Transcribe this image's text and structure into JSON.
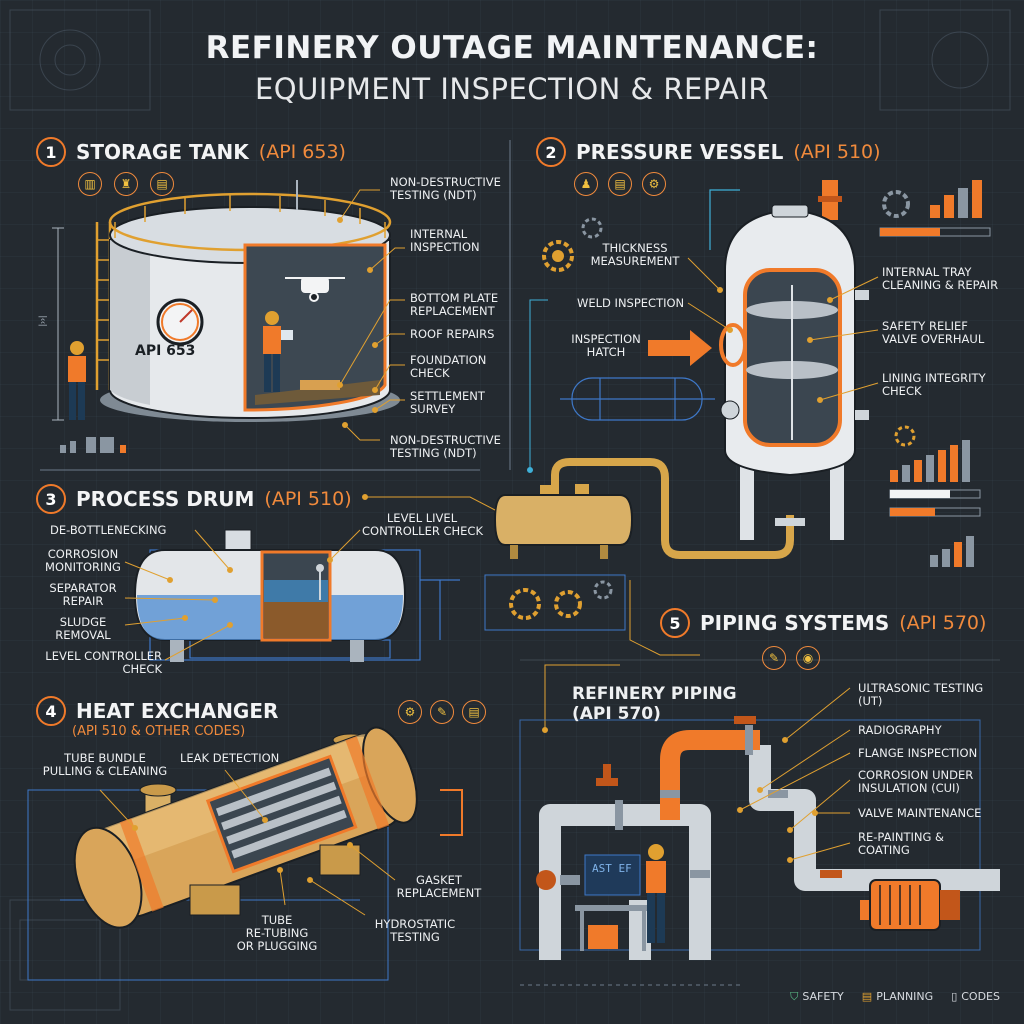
{
  "header": {
    "title_line1": "REFINERY OUTAGE MAINTENANCE:",
    "title_line2": "EQUIPMENT INSPECTION & REPAIR"
  },
  "sections": {
    "storage_tank": {
      "number": "1",
      "title": "STORAGE TANK",
      "api": "(API 653)",
      "tank_label": "API 653",
      "labels": [
        "NON-DESTRUCTIVE\nTESTING (NDT)",
        "INTERNAL\nINSPECTION",
        "BOTTOM PLATE\nREPLACEMENT",
        "ROOF REPAIRS",
        "FOUNDATION\nCHECK",
        "SETTLEMENT\nSURVEY",
        "NON-DESTRUCTIVE\nTESTING (NDT)"
      ]
    },
    "pressure_vessel": {
      "number": "2",
      "title": "PRESSURE VESSEL",
      "api": "(API 510)",
      "left_labels": [
        "THICKNESS\nMEASUREMENT",
        "WELD INSPECTION",
        "INSPECTION\nHATCH"
      ],
      "right_labels": [
        "INTERNAL TRAY\nCLEANING & REPAIR",
        "SAFETY RELIEF\nVALVE OVERHAUL",
        "LINING INTEGRITY\nCHECK"
      ]
    },
    "process_drum": {
      "number": "3",
      "title": "PROCESS DRUM",
      "api": "(API 510)",
      "left_labels": [
        "DE-BOTTLENECKING",
        "CORROSION\nMONITORING",
        "SEPARATOR\nREPAIR",
        "SLUDGE\nREMOVAL",
        "LEVEL CONTROLLER\nCHECK"
      ],
      "right_label": "LEVEL LIVEL\nCONTROLLER CHECK"
    },
    "heat_exchanger": {
      "number": "4",
      "title": "HEAT EXCHANGER",
      "api": "(API 510 & OTHER CODES)",
      "labels": [
        "TUBE BUNDLE\nPULLING & CLEANING",
        "LEAK DETECTION",
        "GASKET\nREPLACEMENT",
        "TUBE\nRE-TUBING\nOR PLUGGING",
        "HYDROSTATIC\nTESTING"
      ]
    },
    "piping": {
      "number": "5",
      "title": "PIPING SYSTEMS",
      "api": "(API 570)",
      "sub_title": "REFINERY PIPING\n(API 570)",
      "screen_text": "AST EF",
      "labels": [
        "ULTRASONIC TESTING\n(UT)",
        "RADIOGRAPHY",
        "FLANGE INSPECTION",
        "CORROSION UNDER\nINSULATION (CUI)",
        "VALVE MAINTENANCE",
        "RE-PAINTING &\nCOATING"
      ]
    }
  },
  "legend": [
    "SAFETY",
    "PLANNING",
    "CODES"
  ],
  "colors": {
    "accent": "#f07a2a",
    "background": "#242a30",
    "line": "#e0a030",
    "blueprint": "#3e78c8"
  }
}
